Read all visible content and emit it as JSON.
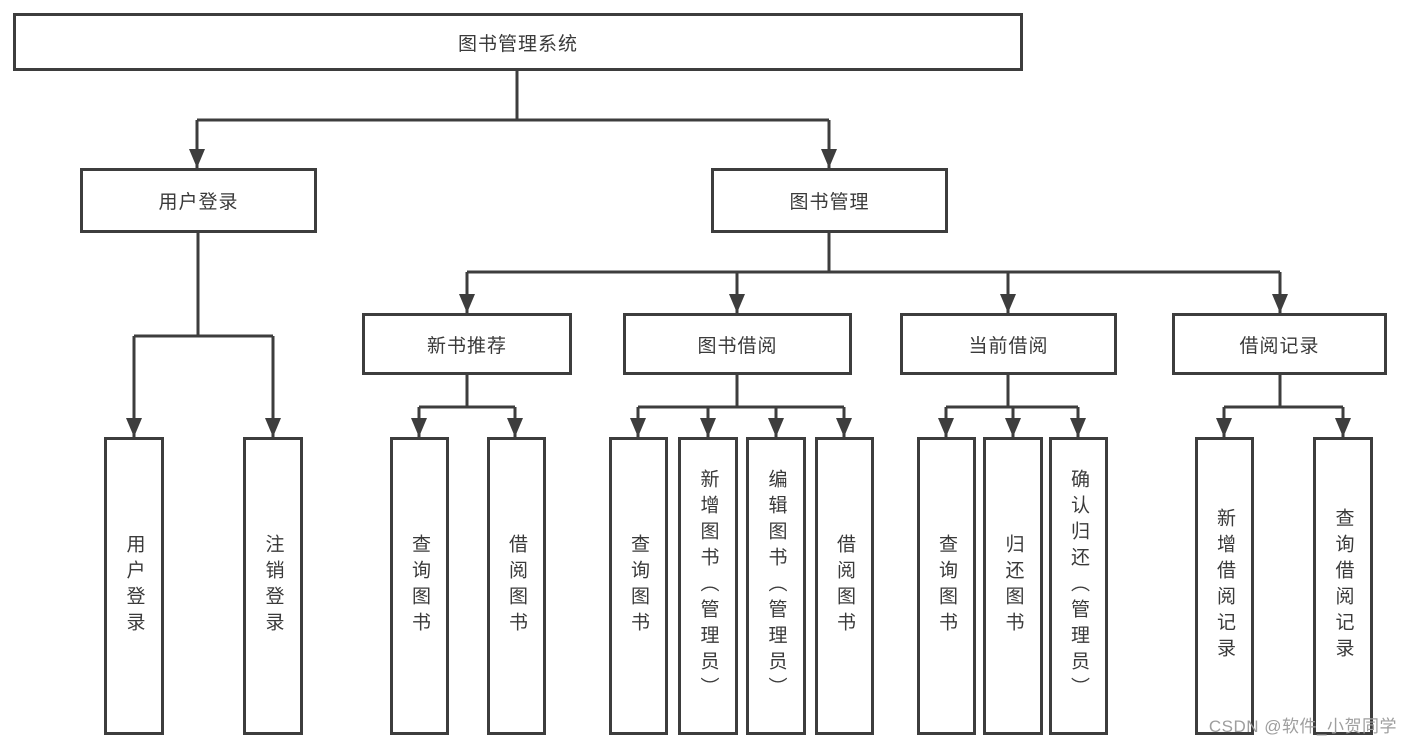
{
  "diagram": {
    "root": "图书管理系统",
    "level2": [
      {
        "label": "用户登录"
      },
      {
        "label": "图书管理"
      }
    ],
    "level3": [
      {
        "label": "新书推荐"
      },
      {
        "label": "图书借阅"
      },
      {
        "label": "当前借阅"
      },
      {
        "label": "借阅记录"
      }
    ],
    "leaves": {
      "user_login": [
        "用户登录",
        "注销登录"
      ],
      "new_book": [
        "查询图书",
        "借阅图书"
      ],
      "book_borrow": [
        "查询图书",
        "新增图书（管理员）",
        "编辑图书（管理员）",
        "借阅图书"
      ],
      "current_borrow": [
        "查询图书",
        "归还图书",
        "确认归还（管理员）"
      ],
      "borrow_record": [
        "新增借阅记录",
        "查询借阅记录"
      ]
    }
  },
  "watermark": "CSDN @软件_小贺同学",
  "colors": {
    "line": "#3d3d3d",
    "text": "#3a3a3a",
    "watermark": "#9e9e9e",
    "background": "#ffffff"
  }
}
